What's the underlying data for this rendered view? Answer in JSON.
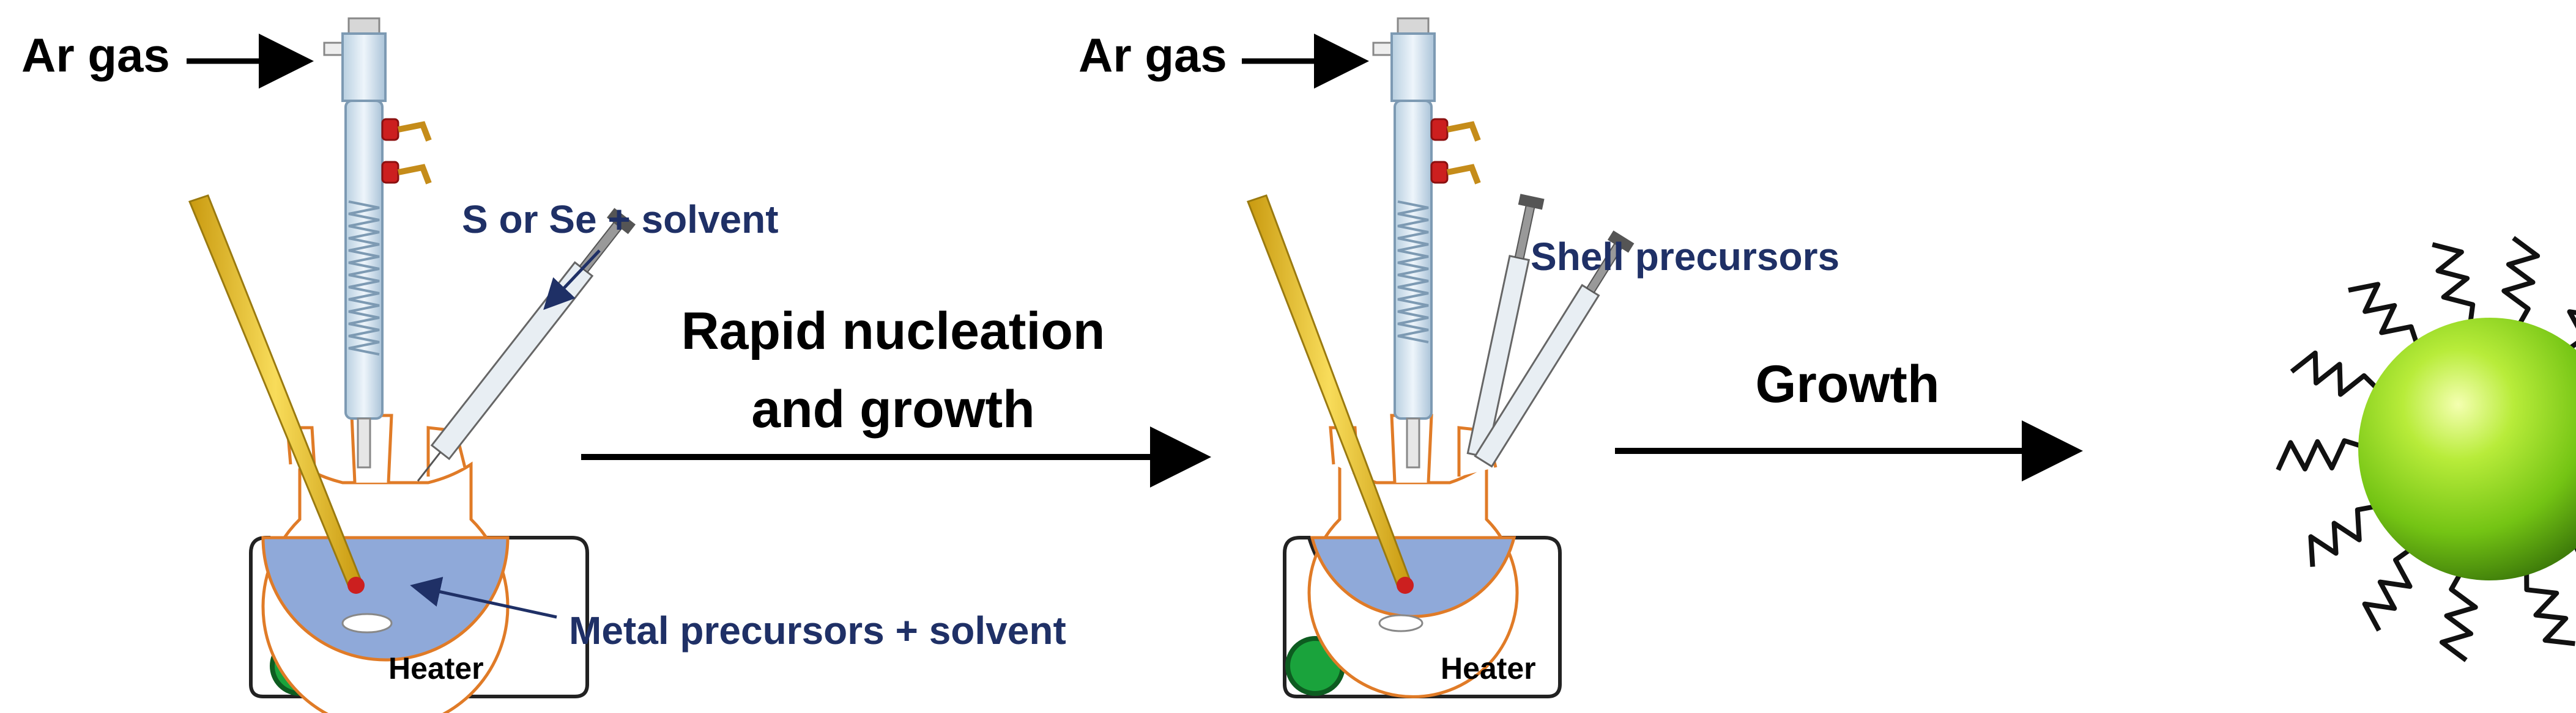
{
  "labels": {
    "ar_gas_left": "Ar gas",
    "ar_gas_right": "Ar gas",
    "s_se_solvent": "S or Se + solvent",
    "metal_precursors": "Metal precursors + solvent",
    "shell_precursors": "Shell precursors",
    "rapid_line1": "Rapid nucleation",
    "rapid_line2": "and growth",
    "growth": "Growth",
    "heater_left": "Heater",
    "heater_right": "Heater"
  },
  "colors": {
    "text_blue": "#1f3066",
    "flask_outline": "#e07b27",
    "solution": "#8fa9d9",
    "condenser_glass": "#d6e6f2",
    "thermometer": "#f2c230",
    "heater_knob": "#1aa33c",
    "nanoparticle": "#8cd317",
    "valve": "#cc1f1f"
  }
}
